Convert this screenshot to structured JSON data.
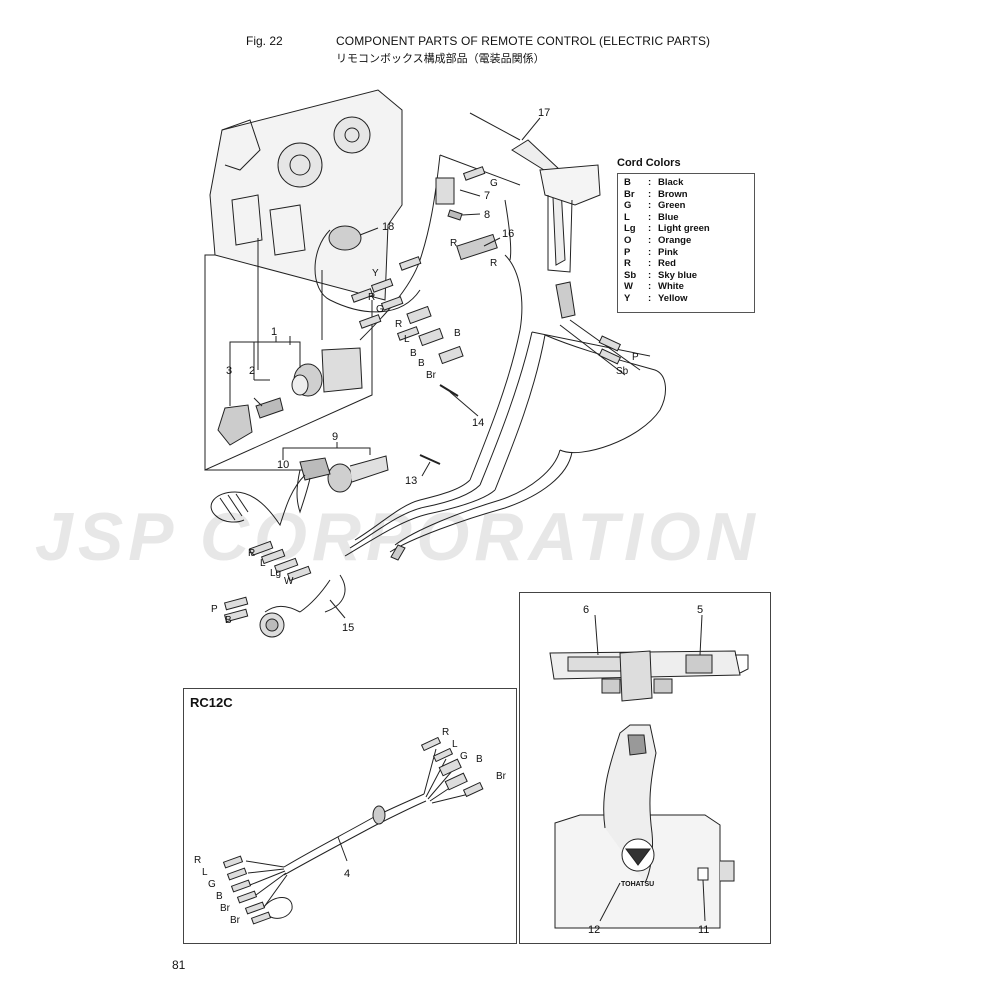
{
  "header": {
    "fig_number": "Fig. 22",
    "title_en": "COMPONENT PARTS OF REMOTE CONTROL (ELECTRIC PARTS)",
    "title_jp": "リモコンボックス構成部品（電装品関係）"
  },
  "legend": {
    "title": "Cord Colors",
    "items": [
      {
        "code": "B",
        "color": "Black"
      },
      {
        "code": "Br",
        "color": "Brown"
      },
      {
        "code": "G",
        "color": "Green"
      },
      {
        "code": "L",
        "color": "Blue"
      },
      {
        "code": "Lg",
        "color": "Light green"
      },
      {
        "code": "O",
        "color": "Orange"
      },
      {
        "code": "P",
        "color": "Pink"
      },
      {
        "code": "R",
        "color": "Red"
      },
      {
        "code": "Sb",
        "color": "Sky blue"
      },
      {
        "code": "W",
        "color": "White"
      },
      {
        "code": "Y",
        "color": "Yellow"
      }
    ]
  },
  "callouts": {
    "c1": "1",
    "c2": "2",
    "c3": "3",
    "c4": "4",
    "c5": "5",
    "c6": "6",
    "c7": "7",
    "c8": "8",
    "c9": "9",
    "c10": "10",
    "c11": "11",
    "c12": "12",
    "c13": "13",
    "c14": "14",
    "c15": "15",
    "c16": "16",
    "c17": "17",
    "c18": "18"
  },
  "wire_codes": {
    "g_top": "G",
    "r_a": "R",
    "r_b": "R",
    "y": "Y",
    "r_c": "R",
    "g_c": "G",
    "r_d": "R",
    "l_a": "L",
    "b_a": "B",
    "b_b": "B",
    "b_c": "B",
    "br_a": "Br",
    "p_right": "P",
    "sb_right": "Sb",
    "r_e": "R",
    "l_e": "L",
    "lg_e": "Lg",
    "w_e": "W",
    "p_low": "P",
    "b_low": "B",
    "rc_r1": "R",
    "rc_l1": "L",
    "rc_g1": "G",
    "rc_b1": "B",
    "rc_br1": "Br",
    "rc_r2": "R",
    "rc_l2": "L",
    "rc_g2": "G",
    "rc_b2": "B",
    "rc_br2": "Br",
    "rc_br3": "Br"
  },
  "rc12c_label": "RC12C",
  "brand_label": "TOHATSU",
  "watermark": "JSP CORPORATION",
  "page_number": "81"
}
